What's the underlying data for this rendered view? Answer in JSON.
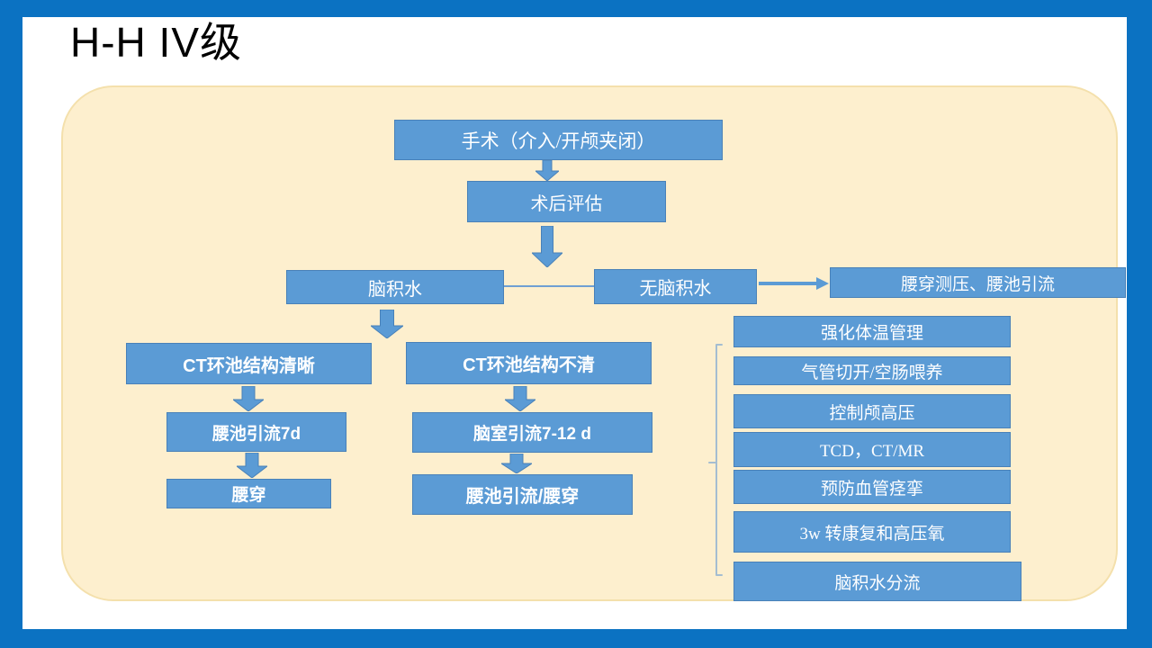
{
  "slide": {
    "title": "H-H IV级"
  },
  "colors": {
    "frame_blue": "#0B72C2",
    "panel_cream": "#FDEFCE",
    "panel_border": "#F4E0AC",
    "box_fill_blue": "#5B9BD5",
    "box_border_blue": "#4981B8",
    "box_text": "#FFFFFF",
    "bracket_blue_gray": "#A4BDD1",
    "title_black": "#000000"
  },
  "flow": {
    "surgery": "手术（介入/开颅夹闭）",
    "postop_eval": "术后评估",
    "hydrocephalus": "脑积水",
    "no_hydrocephalus": "无脑积水",
    "lumbar_pressure_drain": "腰穿测压、腰池引流",
    "ct_cistern_clear": "CT环池结构清晰",
    "ct_cistern_unclear": "CT环池结构不清",
    "lumbar_drain_7d": "腰池引流7d",
    "ventricular_drain_7_12d": "脑室引流7-12 d",
    "lumbar_puncture": "腰穿",
    "lumbar_drain_or_puncture": "腰池引流/腰穿"
  },
  "care_list": {
    "items": [
      {
        "label": "强化体温管理"
      },
      {
        "label": "气管切开/空肠喂养"
      },
      {
        "label": "控制颅高压"
      },
      {
        "label": "TCD，CT/MR"
      },
      {
        "label": "预防血管痉挛"
      },
      {
        "label": "3w 转康复和高压氧"
      },
      {
        "label": "脑积水分流"
      }
    ]
  }
}
